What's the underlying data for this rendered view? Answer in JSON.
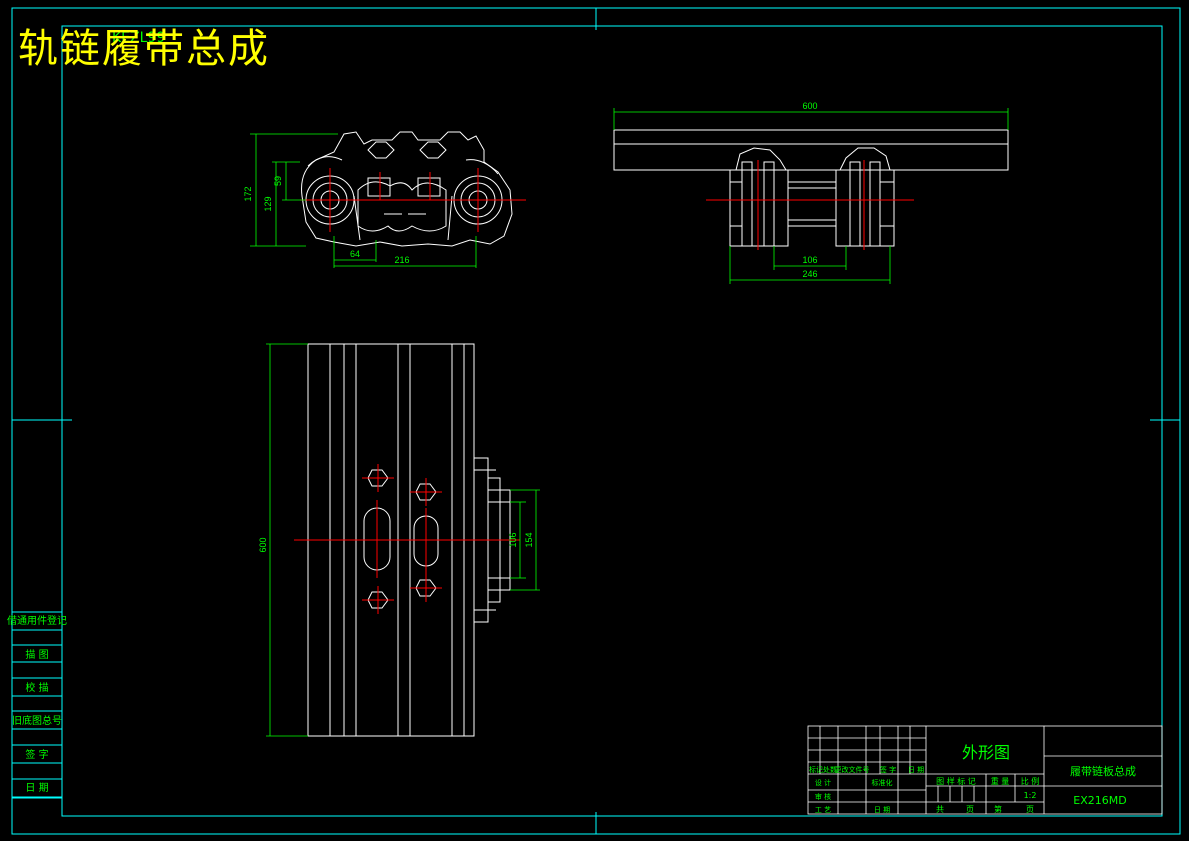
{
  "title": "轨链履带总成",
  "ghost_text": "KEZL99",
  "dimensions": {
    "side_172": "172",
    "side_129": "129",
    "side_59": "59",
    "side_64": "64",
    "side_216": "216",
    "front_600": "600",
    "front_106": "106",
    "front_246": "246",
    "plan_600": "600",
    "plan_106": "106",
    "plan_154": "154"
  },
  "left_table": [
    "借通用件登记",
    "描 图",
    "校 描",
    "旧底图总号",
    "签 字",
    "日 期"
  ],
  "title_block": {
    "view_name": "外形图",
    "part_name": "履带链板总成",
    "drawing_no": "EX216MD",
    "scale_label": "比 例",
    "scale": "1:2",
    "stage_label": "图 样 标 记",
    "weight_label": "重 量",
    "sheet_total": "共",
    "sheet_unit1": "页",
    "sheet_no": "第",
    "sheet_unit2": "页",
    "rev_row": [
      "标记处数",
      "更改文件号",
      "签 字",
      "日 期"
    ],
    "design": "设 计",
    "standard": "标准化",
    "check": "审 核",
    "process": "工 艺",
    "date": "日 期"
  },
  "colors": {
    "background": "#000000",
    "frame": "#00ffff",
    "outline": "#ffffff",
    "dimension": "#00ff00",
    "centerline": "#ff0000",
    "title": "#ffff00"
  }
}
